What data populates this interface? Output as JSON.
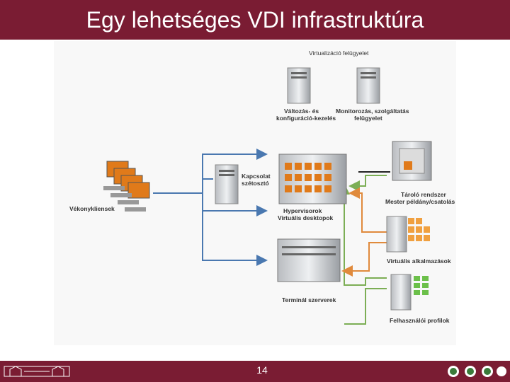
{
  "slide": {
    "title": "Egy lehetséges VDI infrastruktúra",
    "page_number": "14"
  },
  "diagram": {
    "virtualization_monitoring": "Virtualizáció felügyelet",
    "change_config_line1": "Változás- és",
    "change_config_line2": "konfiguráció-kezelés",
    "monitoring_line1": "Monitorozás, szolgáltatás",
    "monitoring_line2": "felügyelet",
    "thin_clients": "Vékonykliensek",
    "connection_broker_line1": "Kapcsolat",
    "connection_broker_line2": "szétosztó",
    "hypervisors_line1": "Hypervisorok",
    "hypervisors_line2": "Virtuális desktopok",
    "storage_line1": "Tároló rendszer",
    "storage_line2": "Mester példány/csatolás",
    "virtual_apps": "Virtuális alkalmazások",
    "terminal_servers": "Terminál szerverek",
    "user_profiles": "Felhasználói profilok"
  },
  "colors": {
    "brand": "#7a1c33",
    "blue_arrow": "#4a78b0",
    "green_arrow": "#7cae55",
    "orange_arrow": "#e08a3c"
  }
}
